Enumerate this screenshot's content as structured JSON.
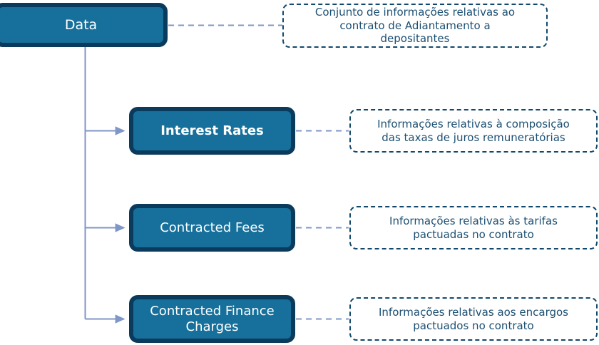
{
  "diagram": {
    "title_node": {
      "label": "Data",
      "annotation": "Conjunto de informações relativas ao\ncontrato de Adiantamento a\ndepositantes"
    },
    "children": [
      {
        "label": "Interest Rates",
        "annotation": "Informações relativas à composição\ndas taxas de juros remuneratórias"
      },
      {
        "label": "Contracted Fees",
        "annotation": "Informações relativas às tarifas\npactuadas no contrato"
      },
      {
        "label": "Contracted Finance\nCharges",
        "annotation": "Informações relativas aos encargos\npactuados no contrato"
      }
    ],
    "colors": {
      "node_fill": "#16709b",
      "node_border": "#0a3a5c",
      "node_text": "#ffffff",
      "annotation_border": "#12486c",
      "annotation_text": "#1c4f72",
      "connector_solid": "#7f96c6",
      "connector_dashed": "#7f96c6",
      "background": "#ffffff"
    }
  }
}
